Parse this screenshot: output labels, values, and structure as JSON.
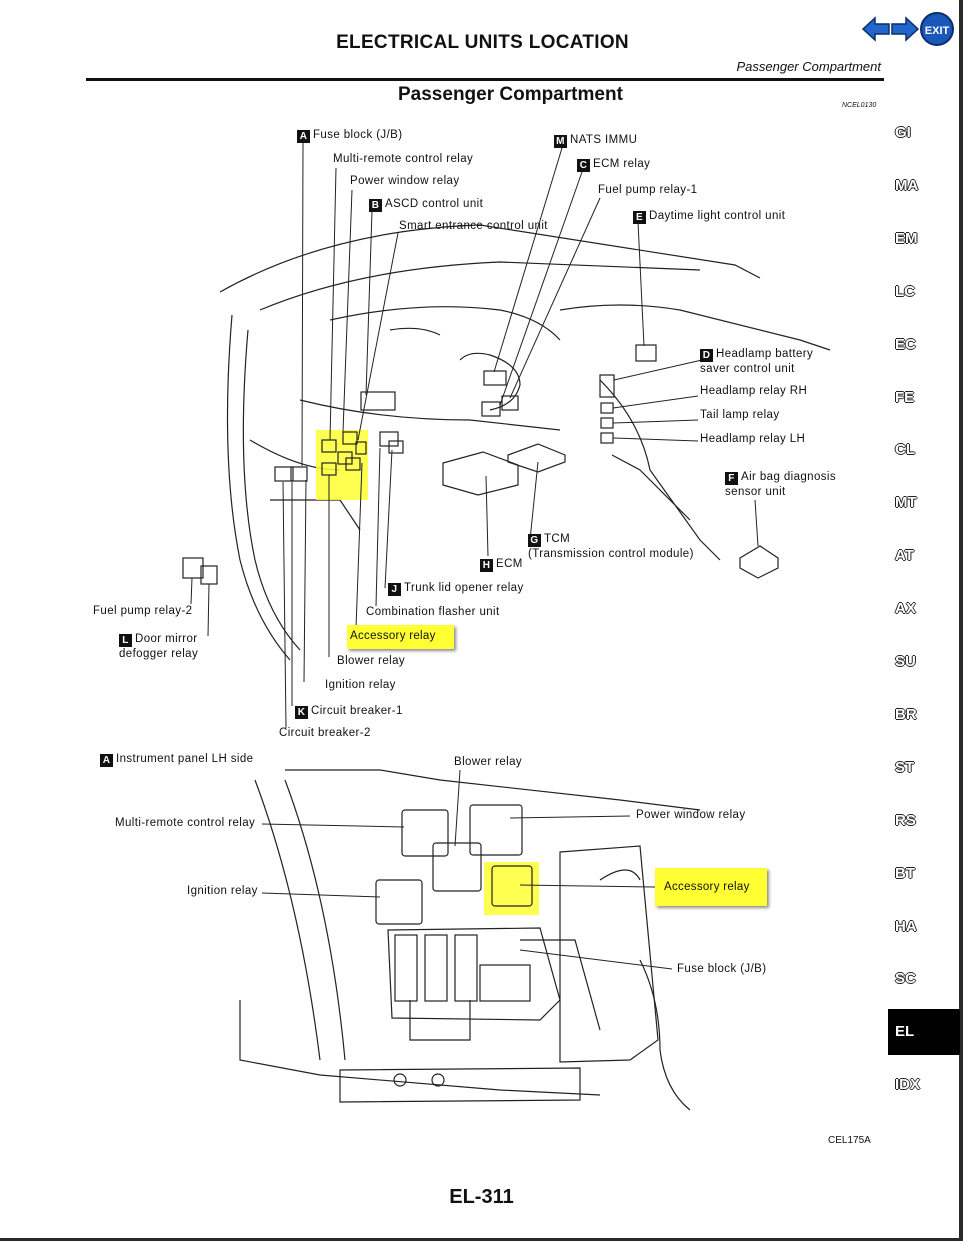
{
  "header": {
    "title": "ELECTRICAL UNITS LOCATION",
    "subtitle": "Passenger Compartment",
    "section_title": "Passenger Compartment",
    "section_code": "NCEL0130"
  },
  "nav": {
    "prev_icon": "arrow-left-icon",
    "next_icon": "arrow-right-icon",
    "exit_label": "EXIT"
  },
  "toc": {
    "items": [
      "GI",
      "MA",
      "EM",
      "LC",
      "EC",
      "FE",
      "CL",
      "MT",
      "AT",
      "AX",
      "SU",
      "BR",
      "ST",
      "RS",
      "BT",
      "HA",
      "SC",
      "EL",
      "IDX"
    ],
    "active": "EL"
  },
  "upper_labels": {
    "fuse_block": {
      "key": "A",
      "text": "Fuse block (J/B)"
    },
    "multi_remote": "Multi-remote control relay",
    "power_window": "Power window relay",
    "ascd": {
      "key": "B",
      "text": "ASCD control unit"
    },
    "smart_entrance": "Smart entrance control unit",
    "nats": {
      "key": "M",
      "text": "NATS IMMU"
    },
    "ecm_relay": {
      "key": "C",
      "text": "ECM relay"
    },
    "fuel_pump_1": "Fuel pump relay-1",
    "daytime": {
      "key": "E",
      "text": "Daytime light control unit"
    },
    "headlamp_saver": {
      "key": "D",
      "text": "Headlamp battery\nsaver control unit"
    },
    "headlamp_rh": "Headlamp relay RH",
    "tail_lamp": "Tail lamp relay",
    "headlamp_lh": "Headlamp relay LH",
    "airbag": {
      "key": "F",
      "text": "Air bag diagnosis\nsensor unit"
    },
    "tcm": {
      "key": "G",
      "text": "TCM\n(Transmission control module)"
    },
    "ecm": {
      "key": "H",
      "text": "ECM"
    },
    "trunk": {
      "key": "J",
      "text": "Trunk lid opener relay"
    },
    "combination": "Combination flasher unit",
    "accessory": "Accessory relay",
    "blower": "Blower relay",
    "ignition": "Ignition relay",
    "circuit_1": {
      "key": "K",
      "text": "Circuit breaker-1"
    },
    "circuit_2": "Circuit breaker-2",
    "fuel_pump_2": "Fuel pump relay-2",
    "door_mirror": {
      "key": "L",
      "text": "Door mirror\ndefogger relay"
    }
  },
  "lower_labels": {
    "view_title": {
      "key": "A",
      "text": "Instrument panel LH side"
    },
    "blower": "Blower relay",
    "multi_remote": "Multi-remote control relay",
    "power_window": "Power window relay",
    "ignition": "Ignition relay",
    "accessory": "Accessory relay",
    "fuse_block": "Fuse block (J/B)"
  },
  "figure_code": "CEL175A",
  "page_number": "EL-311",
  "colors": {
    "highlight": "#ffff33",
    "exit_button": "#1b57b8",
    "nav_arrow": "#2266cc"
  }
}
